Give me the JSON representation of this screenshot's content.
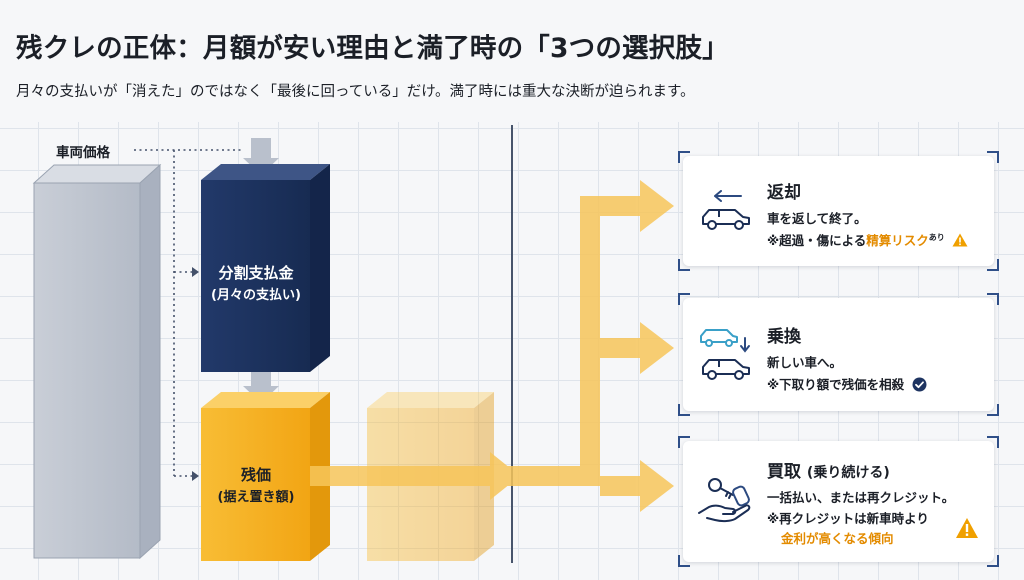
{
  "header": {
    "title": "残クレの正体：月額が安い理由と満了時の「3つの選択肢」",
    "subtitle": "月々の支払いが「消えた」のではなく「最後に回っている」だけ。満了時には重大な決断が迫られます。"
  },
  "diagram": {
    "vehicle_price_label": "車両価格",
    "installment_label": "分割支払金",
    "installment_sub": "(月々の支払い)",
    "residual_label": "残価",
    "residual_sub": "(据え置き額)"
  },
  "options": [
    {
      "title": "返却",
      "line1": "車を返して終了。",
      "line2_prefix": "※超過・傷による",
      "line2_highlight": "精算リスク",
      "line2_suffix": "あり",
      "icon": "car-return-icon"
    },
    {
      "title": "乗換",
      "line1": "新しい車へ。",
      "line2": "※下取り額で残価を相殺",
      "icon": "car-swap-icon"
    },
    {
      "title": "買取",
      "title_sub": "(乗り続ける)",
      "line1": "一括払い、または再クレジット。",
      "line2": "※再クレジットは新車時より",
      "line3": "金利が高くなる傾向",
      "icon": "key-hand-icon"
    }
  ],
  "colors": {
    "navy": "#1e3461",
    "orange": "#f5b11f",
    "accent_text": "#e38b00",
    "gray_bar": "#bfc5cf",
    "warning": "#f0a000"
  }
}
